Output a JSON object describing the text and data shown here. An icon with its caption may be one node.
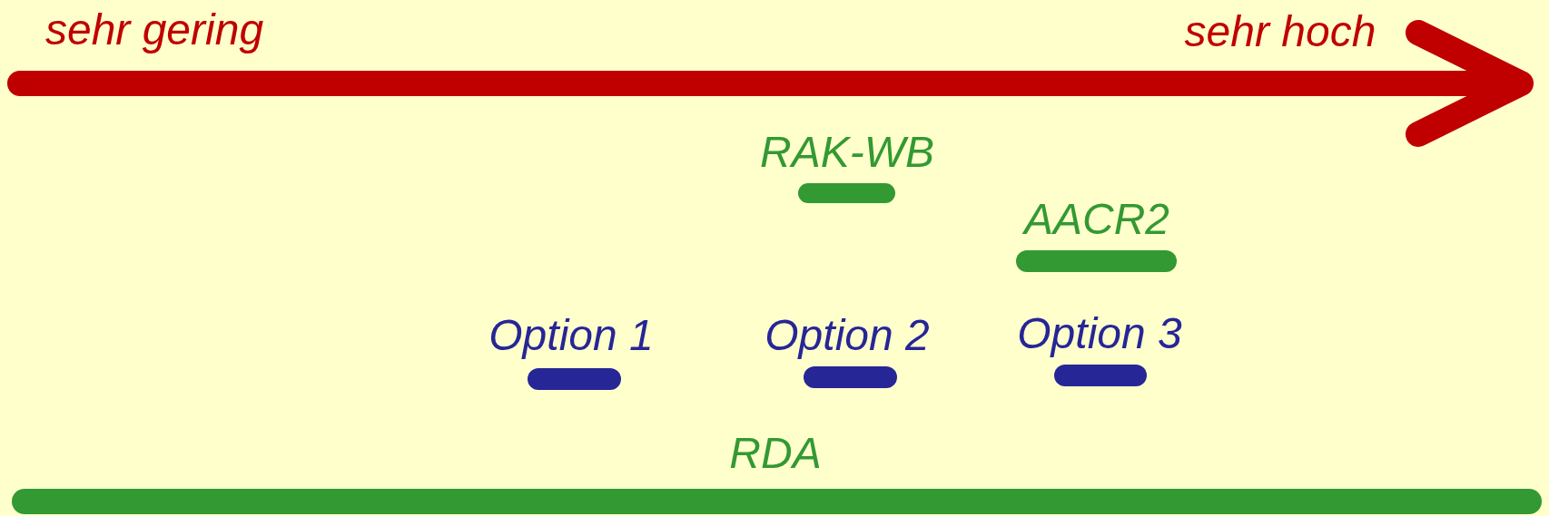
{
  "diagram": {
    "labels": [
      "sehr gering",
      "sehr hoch",
      "RAK-WB",
      "AACR2",
      "Option 1",
      "Option 2",
      "Option 3",
      "RDA"
    ]
  }
}
